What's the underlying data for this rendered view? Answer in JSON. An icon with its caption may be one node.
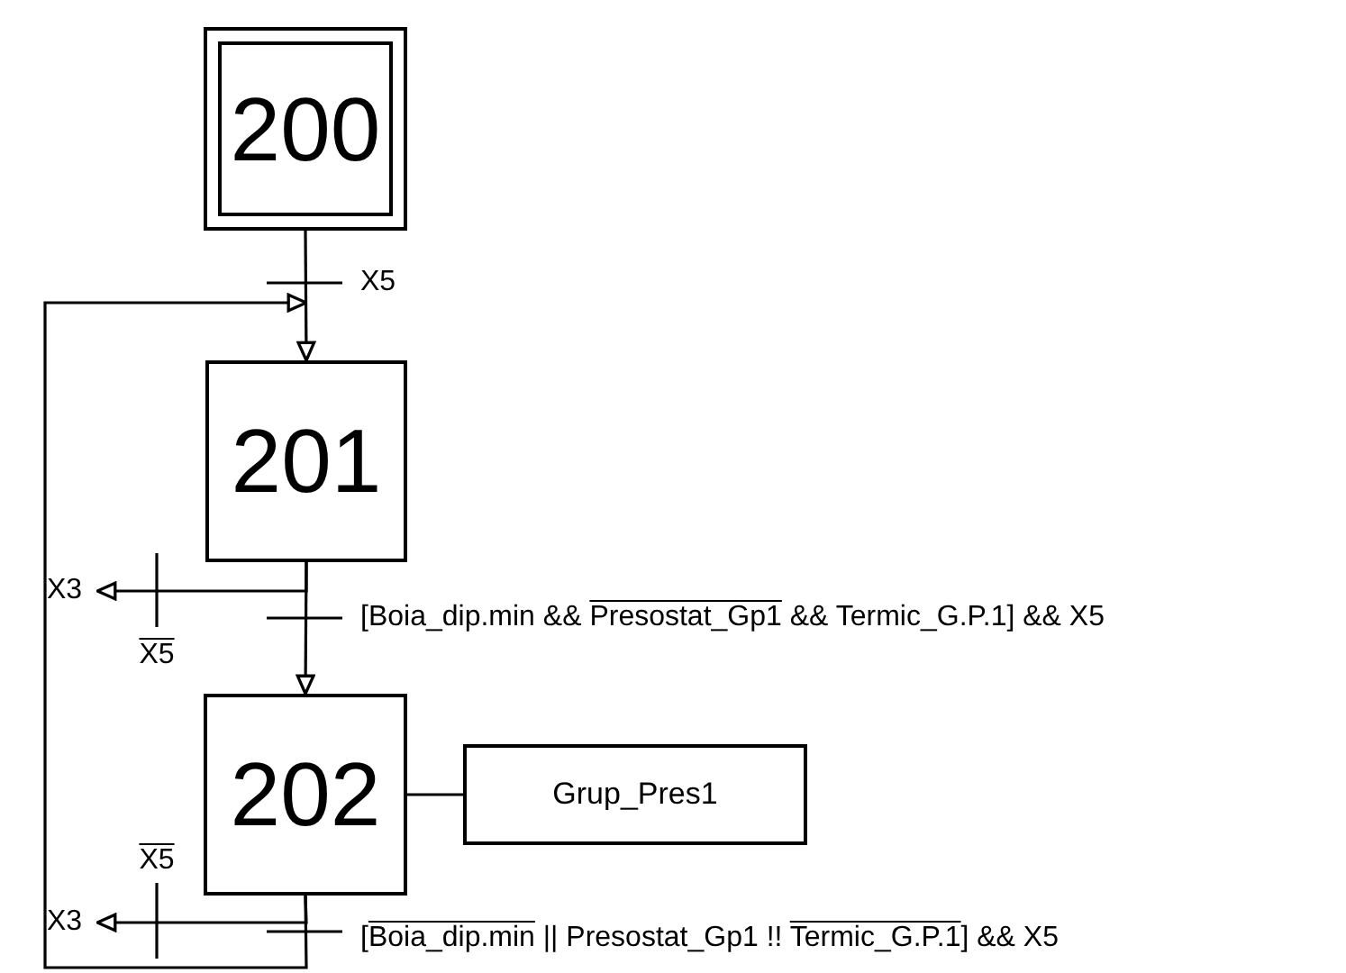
{
  "diagram": {
    "nodes": [
      {
        "text": [
          "200"
        ]
      },
      {
        "text": [
          "201"
        ]
      },
      {
        "text": [
          "202"
        ]
      },
      {
        "text": [
          "Grup_Pres1"
        ]
      },
      {
        "text": [
          "X3"
        ]
      },
      {
        "text": [
          "X3"
        ]
      }
    ],
    "edges": [
      {
        "from": 0,
        "to": 1,
        "arrow": "to",
        "label": "X5"
      },
      {
        "from": 1,
        "to": 2,
        "arrow": "to",
        "label": "[Boia_dip.min && Presostat_Gp1 && Termic_G.P.1] && X5"
      },
      {
        "from": 1,
        "to": 4,
        "arrow": "to",
        "label": "X5"
      },
      {
        "from": 2,
        "to": 1,
        "arrow": "to",
        "label": "[Boia_dip.min || Presostat_Gp1 !! Termic_G.P.1] && X5"
      },
      {
        "from": 2,
        "to": 5,
        "arrow": "to",
        "label": "X5"
      },
      {
        "from": 2,
        "to": 3,
        "arrow": "none"
      }
    ]
  }
}
